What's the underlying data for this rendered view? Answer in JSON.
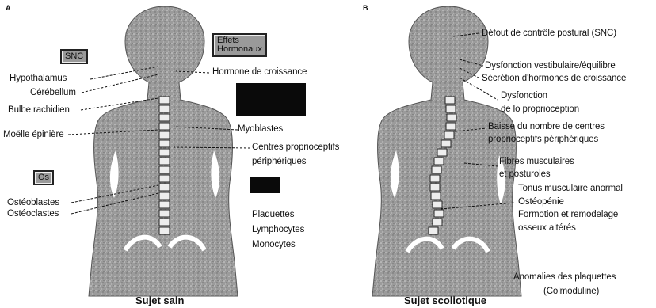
{
  "panels": [
    {
      "letter": "A",
      "caption": "Sujet sain",
      "boxes": {
        "snc": "SNC",
        "os": "Os",
        "effets_line1": "Effets",
        "effets_line2": "Hormonaux"
      },
      "labels": {
        "hypothalamus": "Hypothalamus",
        "cerebellum": "Cérébellum",
        "bulbe": "Bulbe rachidien",
        "moelle": "Moëlle épinière",
        "hormone": "Hormone de croissance",
        "myoblastes": "Myoblastes",
        "centres_l1": "Centres proprioceptifs",
        "centres_l2": "périphériques",
        "osteoblastes": "Ostéoblastes",
        "osteoclastes": "Ostéoclastes",
        "plaquettes": "Plaquettes",
        "lymphocytes": "Lymphocytes",
        "monocytes": "Monocytes"
      }
    },
    {
      "letter": "B",
      "caption": "Sujet scoliotique",
      "labels": {
        "defaut": "Défout de contrôle postural (SNC)",
        "dysf_vest": "Dysfonction vestibulaire/équilibre",
        "secretion": "Sécrétion d'hormones de croissance",
        "dysf_prop_l1": "Dysfonction",
        "dysf_prop_l2": "de lo proprioception",
        "baisse_l1": "Baisse du nombre de centres",
        "baisse_l2": "proprioceptifs périphériques",
        "fibres_l1": "Fibres musculaires",
        "fibres_l2": "et posturoles",
        "tonus": "Tonus musculaire anormal",
        "osteopenie": "Ostéopénie",
        "formation_l1": "Formotion et remodelage",
        "formation_l2": "osseux altérés",
        "anomalies_l1": "Anomalies des plaquettes",
        "anomalies_l2": "(Colmoduline)"
      }
    }
  ]
}
